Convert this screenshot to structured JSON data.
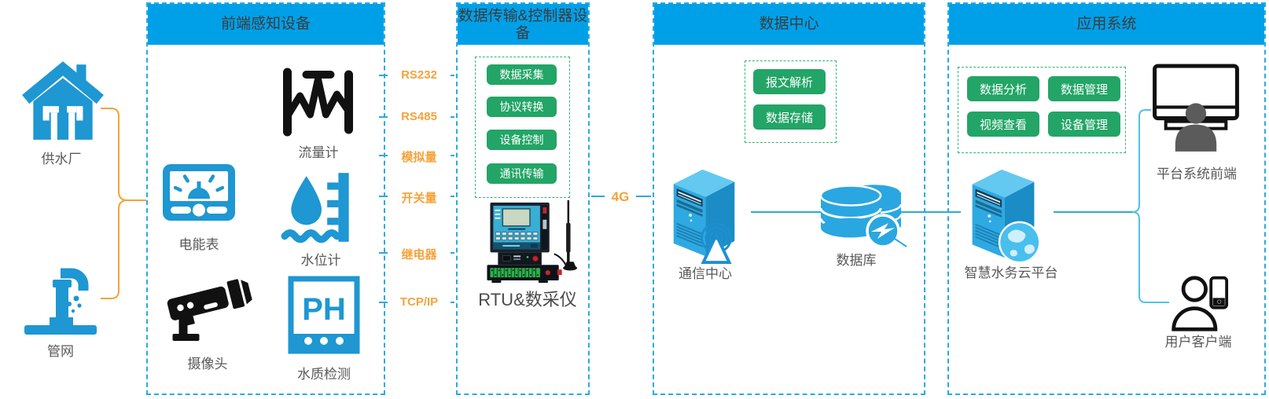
{
  "sources": {
    "plant": "供水厂",
    "pipe_network": "管网"
  },
  "sections": {
    "frontend": {
      "title": "前端感知设备",
      "devices": {
        "flow_meter": "流量计",
        "energy_meter": "电能表",
        "level_meter": "水位计",
        "camera": "摄像头",
        "water_quality": "水质检测"
      },
      "ph_label": "PH"
    },
    "transmission": {
      "title": "数据传输&控制器设备",
      "functions": {
        "collect": "数据采集",
        "protocol": "协议转换",
        "control": "设备控制",
        "transfer": "通讯传输"
      },
      "device": "RTU&数采仪"
    },
    "datacenter": {
      "title": "数据中心",
      "functions": {
        "parse": "报文解析",
        "store": "数据存储"
      },
      "nodes": {
        "comm_center": "通信中心",
        "database": "数据库"
      }
    },
    "application": {
      "title": "应用系统",
      "functions": {
        "analysis": "数据分析",
        "data_mgmt": "数据管理",
        "video": "视频查看",
        "device_mgmt": "设备管理"
      },
      "nodes": {
        "cloud_platform": "智慧水务云平台",
        "platform_frontend": "平台系统前端",
        "user_client": "用户客户端"
      }
    }
  },
  "links": {
    "protocols": {
      "rs232": "RS232",
      "rs485": "RS485",
      "analog": "模拟量",
      "digital": "开关量",
      "relay": "继电器",
      "tcpip": "TCP/IP"
    },
    "wan": "4G"
  },
  "colors": {
    "header_blue": "#00A0E9",
    "dashed_border_blue": "#29ABE2",
    "icon_blue": "#1E97D2",
    "server_blue_front": "#2FA9E1",
    "server_blue_top": "#63C9F1",
    "server_blue_side": "#1B8CC6",
    "green_button": "#22A566",
    "green_dashed_border": "#2FB577",
    "orange": "#F5A33B",
    "line_blue": "#2FA8DC",
    "label_gray": "#595959"
  }
}
